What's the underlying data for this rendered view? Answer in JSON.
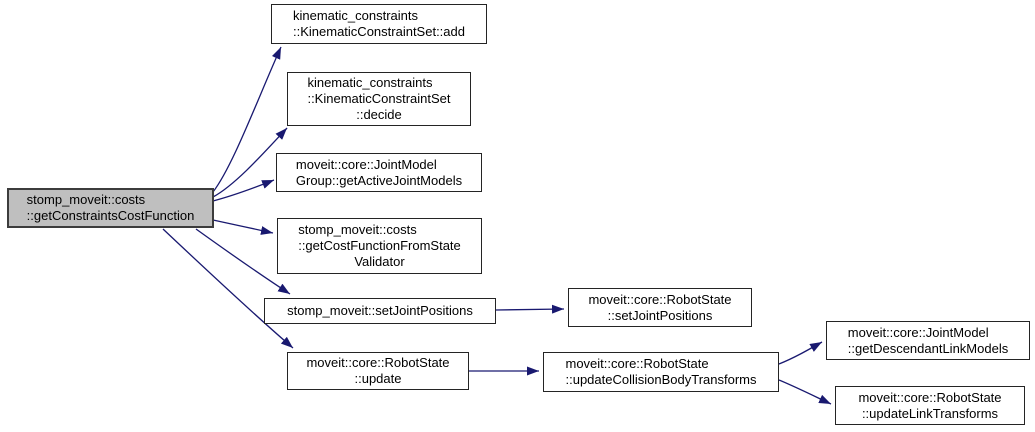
{
  "diagram": {
    "type": "doxygen-call-graph",
    "edge_color": "#191970",
    "root_fill": "#bfbfbf",
    "node_fill": "#ffffff",
    "nodes": {
      "root": {
        "lines": [
          "stomp_moveit::costs",
          "::getConstraintsCostFunction"
        ]
      },
      "kcs_add": {
        "lines": [
          "kinematic_constraints",
          "::KinematicConstraintSet::add"
        ]
      },
      "kcs_decide": {
        "lines": [
          "kinematic_constraints",
          "::KinematicConstraintSet",
          "::decide"
        ]
      },
      "get_active_joint_models": {
        "lines": [
          "moveit::core::JointModel",
          "Group::getActiveJointModels"
        ]
      },
      "get_cost_function_from_state_validator": {
        "lines": [
          "stomp_moveit::costs",
          "::getCostFunctionFromState",
          "Validator"
        ]
      },
      "stomp_set_joint_positions": {
        "lines": [
          "stomp_moveit::setJointPositions"
        ]
      },
      "robot_state_update": {
        "lines": [
          "moveit::core::RobotState",
          "::update"
        ]
      },
      "robot_state_set_joint_positions": {
        "lines": [
          "moveit::core::RobotState",
          "::setJointPositions"
        ]
      },
      "update_collision_body_transforms": {
        "lines": [
          "moveit::core::RobotState",
          "::updateCollisionBodyTransforms"
        ]
      },
      "get_descendant_link_models": {
        "lines": [
          "moveit::core::JointModel",
          "::getDescendantLinkModels"
        ]
      },
      "update_link_transforms": {
        "lines": [
          "moveit::core::RobotState",
          "::updateLinkTransforms"
        ]
      }
    },
    "edges": [
      {
        "from": "root",
        "to": "kcs_add"
      },
      {
        "from": "root",
        "to": "kcs_decide"
      },
      {
        "from": "root",
        "to": "get_active_joint_models"
      },
      {
        "from": "root",
        "to": "get_cost_function_from_state_validator"
      },
      {
        "from": "root",
        "to": "stomp_set_joint_positions"
      },
      {
        "from": "root",
        "to": "robot_state_update"
      },
      {
        "from": "stomp_set_joint_positions",
        "to": "robot_state_set_joint_positions"
      },
      {
        "from": "robot_state_update",
        "to": "update_collision_body_transforms"
      },
      {
        "from": "update_collision_body_transforms",
        "to": "get_descendant_link_models"
      },
      {
        "from": "update_collision_body_transforms",
        "to": "update_link_transforms"
      }
    ]
  }
}
